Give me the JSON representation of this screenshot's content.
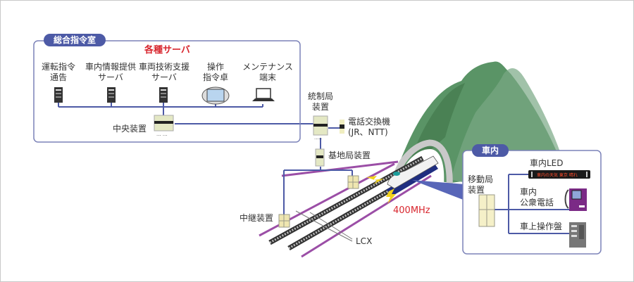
{
  "control_room": {
    "title": "総合指令室",
    "servers_heading": "各種サーバ",
    "devices": [
      {
        "label_line1": "運転指令",
        "label_line2": "通告",
        "icon": "server-icon"
      },
      {
        "label_line1": "車内情報提供",
        "label_line2": "サーバ",
        "icon": "server-icon"
      },
      {
        "label_line1": "車両技術支援",
        "label_line2": "サーバ",
        "icon": "server-icon"
      },
      {
        "label_line1": "操作",
        "label_line2": "指令卓",
        "icon": "console-icon"
      },
      {
        "label_line1": "メンテナンス",
        "label_line2": "端末",
        "icon": "laptop-icon"
      }
    ],
    "central_unit": "中央装置"
  },
  "control_station": {
    "line1": "統制局",
    "line2": "装置"
  },
  "telephone_exchange": {
    "line1": "電話交換機",
    "line2": "(JR、NTT)"
  },
  "base_station": "基地局装置",
  "repeater": "中継装置",
  "cable": "LCX",
  "frequency": "400MHz",
  "onboard": {
    "title": "車内",
    "mobile_station": {
      "line1": "移動局",
      "line2": "装置"
    },
    "led": {
      "label": "車内LED",
      "display_text": "車内の天気  東京  晴れ"
    },
    "phone": {
      "line1": "車内",
      "line2": "公衆電話"
    },
    "panel": "車上操作盤"
  },
  "colors": {
    "accent": "#4d5aa6",
    "line": "#4d5aa6",
    "highlight_red": "#d8262e",
    "mountain": "#4f8a5a",
    "lcx": "#9b4ea6"
  }
}
